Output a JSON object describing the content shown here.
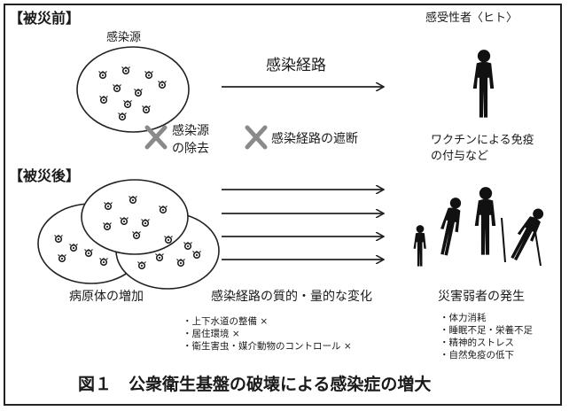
{
  "sections": {
    "before": "【被災前】",
    "after": "【被災後】"
  },
  "before": {
    "source_label": "感染源",
    "route_label": "感染経路",
    "host_label": "感受性者〈ヒト〉",
    "measure_source": "感染源\nの除去",
    "measure_route": "感染経路の遮断",
    "measure_host": "ワクチンによる免疫\nの付与など"
  },
  "after": {
    "pathogen_label": "病原体の増加",
    "route_change_label": "感染経路の質的・量的な変化",
    "vulnerable_label": "災害弱者の発生",
    "route_items": [
      "・上下水道の整備 ×",
      "・居住環境 ×",
      "・衛生害虫・媒介動物のコントロール ×"
    ],
    "vulnerable_items": [
      "・体力消耗",
      "・睡眠不足・栄養不足",
      "・精神的ストレス",
      "・自然免疫の低下"
    ]
  },
  "caption": "図１　公衆衛生基盤の破壊による感染症の増大",
  "colors": {
    "ink": "#1a1a1a",
    "cross": "#8a8a8a",
    "arrow": "#222222"
  },
  "icons": [
    "cross-icon",
    "arrow-icon",
    "person-icon",
    "germ-icon"
  ]
}
